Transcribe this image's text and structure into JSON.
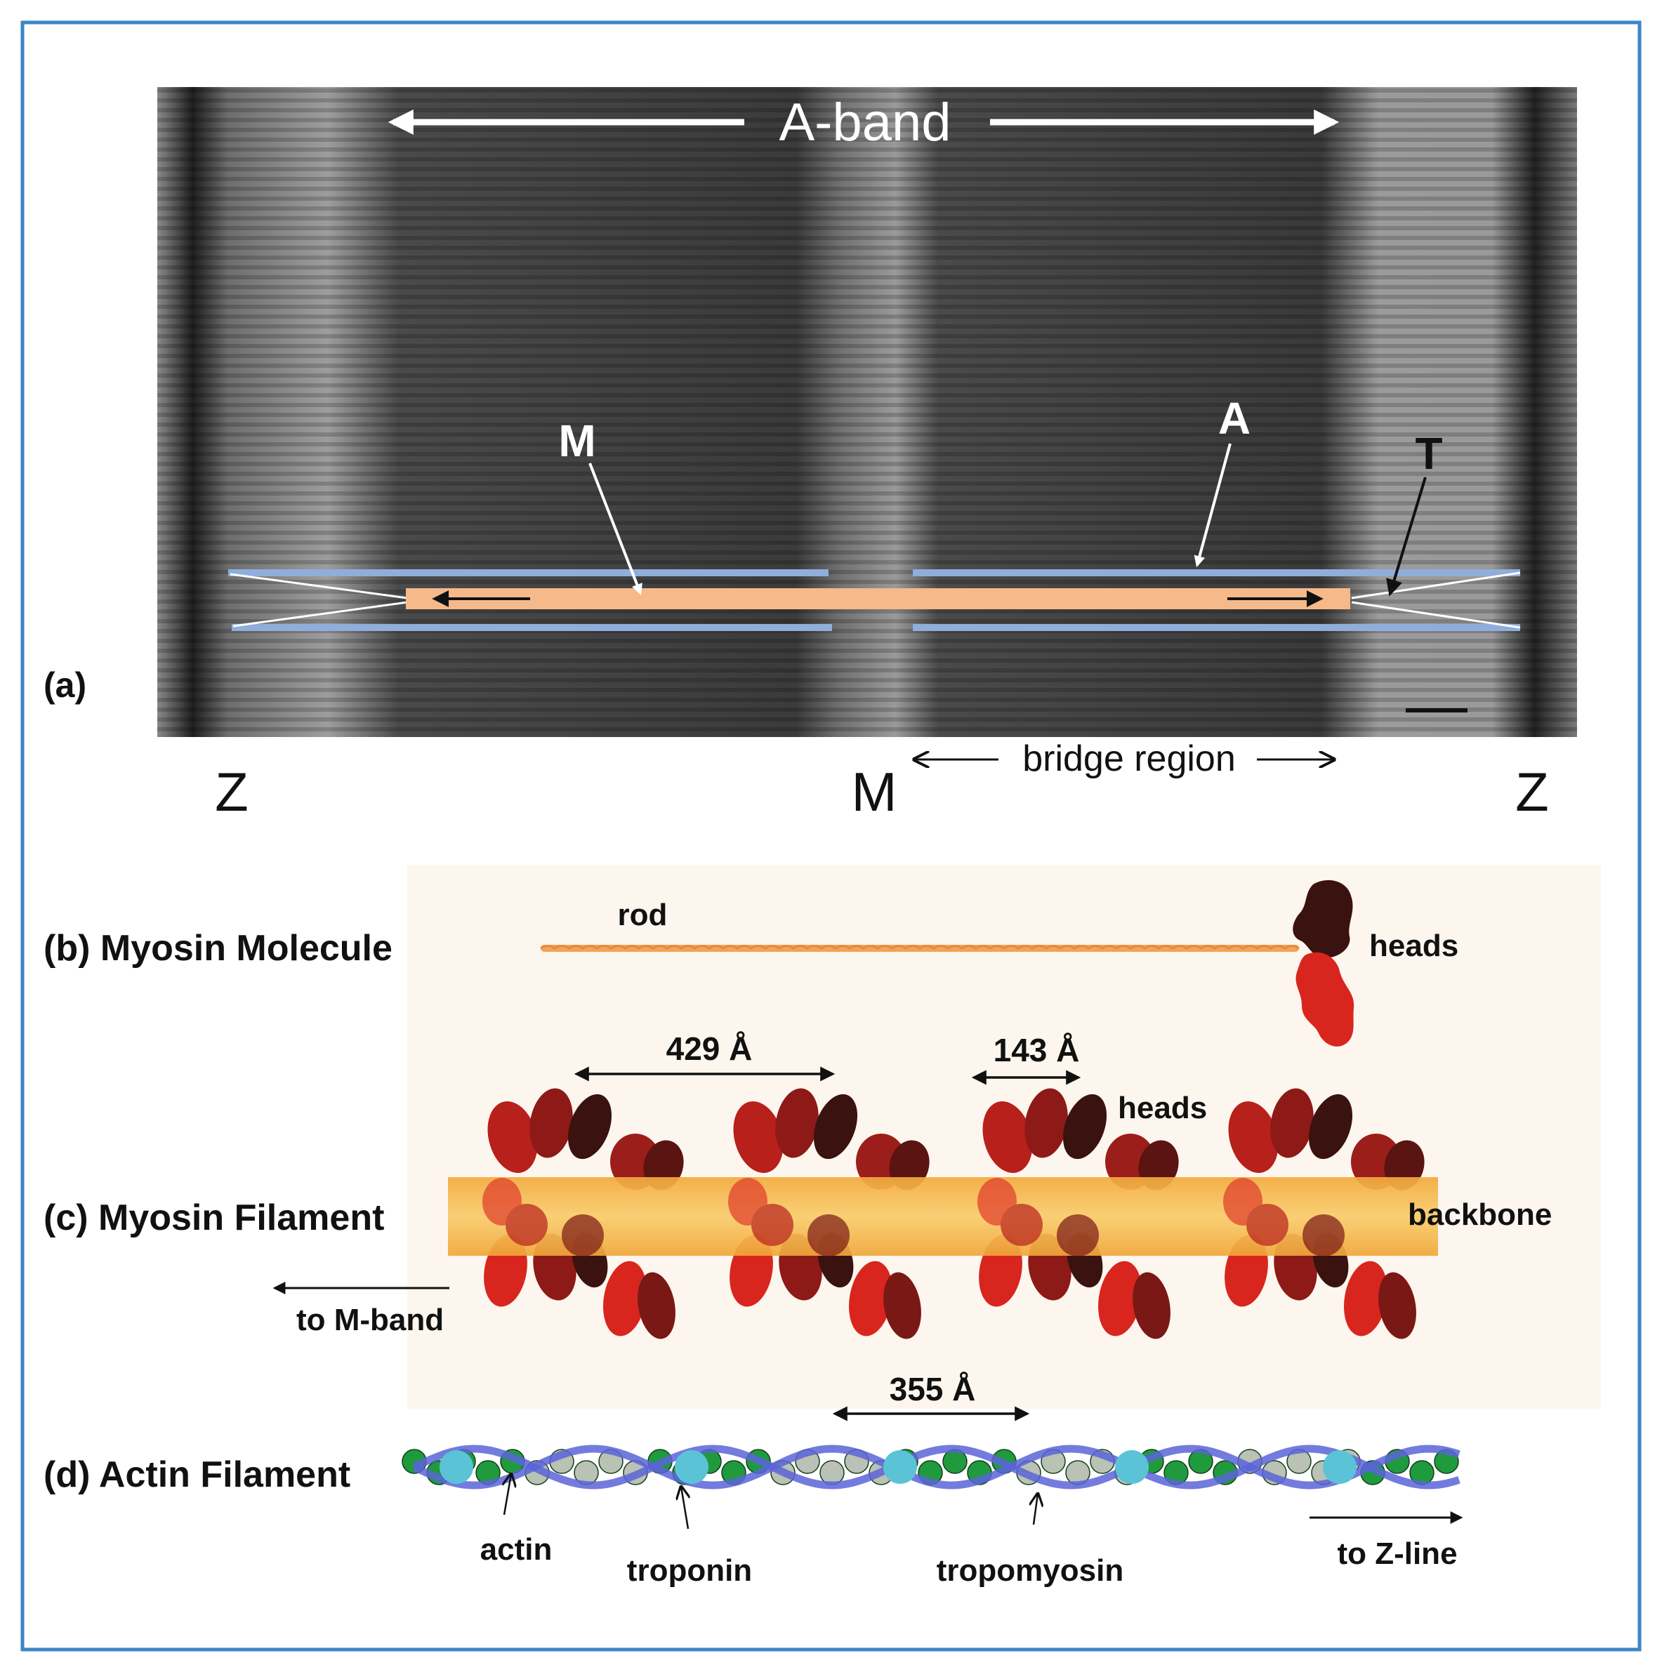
{
  "panel_a": {
    "label": "(a)",
    "a_band": "A-band",
    "label_m": "M",
    "label_a": "A",
    "label_t": "T",
    "bridge_region": "bridge region",
    "z_left": "Z",
    "m_line": "M",
    "z_right": "Z"
  },
  "panel_b": {
    "label": "(b) Myosin Molecule",
    "rod": "rod",
    "heads": "heads"
  },
  "panel_c": {
    "label": "(c) Myosin Filament",
    "spacing_1": "429 Å",
    "spacing_2": "143 Å",
    "heads": "heads",
    "backbone": "backbone",
    "to_m_band": "to M-band"
  },
  "panel_d": {
    "label": "(d) Actin Filament",
    "spacing": "355 Å",
    "actin": "actin",
    "troponin": "troponin",
    "tropomyosin": "tropomyosin",
    "to_z_line": "to Z-line"
  },
  "colors": {
    "frame": "#3a86c8",
    "myosin_rod": "#f5b98a",
    "actin_line": "#8faedb",
    "tropomyosin": "#5a64d8",
    "troponin": "#5bc3d6",
    "actin_green": "#1f9a3c",
    "actin_grey": "#b9c2b4",
    "head_red": "#d8261f",
    "head_dark": "#3a1210",
    "backbone": "#f6b94f"
  }
}
